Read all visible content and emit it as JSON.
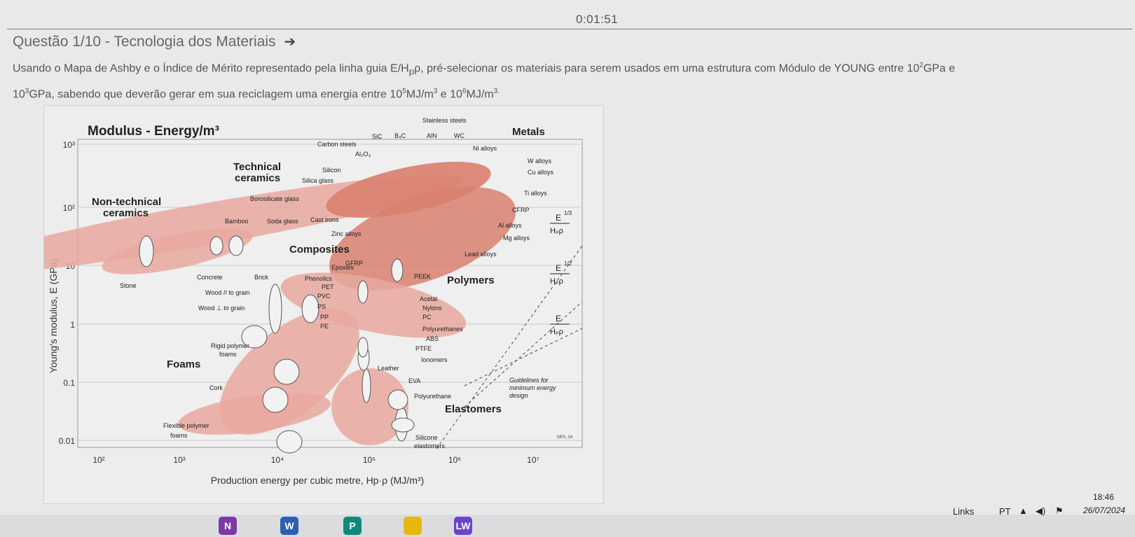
{
  "timer": "0:01:51",
  "question": {
    "title": "Questão 1/10 - Tecnologia dos Materiais",
    "line1_a": "Usando o Mapa de Ashby e o Índice de Mérito representado pela linha guia E/H",
    "line1_sub": "p",
    "line1_b": "ρ, pré-selecionar os materiais para serem usados em uma estrutura com Módulo de YOUNG  entre 10",
    "line1_sup": "2",
    "line1_c": "GPa e",
    "line2_a": "10",
    "line2_sup1": "3",
    "line2_b": "GPa, sabendo que deverão gerar em sua reciclagem uma energia entre 10",
    "line2_sup2": "5",
    "line2_c": "MJ/m",
    "line2_sup3": "3",
    "line2_d": " e 10",
    "line2_sup4": "6",
    "line2_e": "MJ/m",
    "line2_sup5": "3."
  },
  "chart": {
    "title": "Modulus - Energy/m³",
    "xlabel": "Production energy per cubic metre, H",
    "xlabel_sub": "p",
    "xlabel_tail": "·ρ (MJ/m³)",
    "ylabel": "Young's modulus, E (GPa)",
    "y_ticks": [
      "10³",
      "10²",
      "10",
      "1",
      "0.1",
      "0.01"
    ],
    "x_ticks": [
      "10²",
      "10³",
      "10⁴",
      "10⁵",
      "10⁶",
      "10⁷"
    ],
    "families": {
      "metals": "Metals",
      "technical": "Technical",
      "ceramics": "ceramics",
      "nontech1": "Non-technical",
      "nontech2": "ceramics",
      "composites": "Composites",
      "polymers": "Polymers",
      "foams": "Foams",
      "elastomers": "Elastomers"
    },
    "materials": [
      "Stainless steels",
      "SiC",
      "B₄C",
      "AlN",
      "WC",
      "Carbon steels",
      "Al₂O₃",
      "Ni alloys",
      "Silicon",
      "Silica glass",
      "W alloys",
      "Cu alloys",
      "Borosilicate glass",
      "Ti alloys",
      "CFRP",
      "Bamboo",
      "Soda glass",
      "Cast irons",
      "Al alloys",
      "Zinc alloys",
      "Mg alloys",
      "GFRP",
      "Lead alloys",
      "Epoxies",
      "Concrete",
      "Brick",
      "Stone",
      "Phenolics",
      "PEEK",
      "PET",
      "Wood // to grain",
      "PVC",
      "Acetal",
      "PS",
      "Nylons",
      "Wood ⊥ to grain",
      "PP",
      "PC",
      "PE",
      "Polyurethanes",
      "ABS",
      "PTFE",
      "Rigid polymer",
      "foams",
      "Ionomers",
      "Leather",
      "EVA",
      "Cork",
      "Polyurethane",
      "Flexible polymer",
      "foams",
      "Silicone",
      "elastomers"
    ],
    "guidelines": [
      "Guidelines for",
      "minimum energy",
      "design"
    ],
    "indices": [
      {
        "num": "E",
        "exp": "1/3",
        "den": "Hₚρ"
      },
      {
        "num": "E",
        "exp": "1/2",
        "den": "Hₚρ"
      },
      {
        "num": "E",
        "exp": "",
        "den": "Hₚρ"
      }
    ],
    "credit": "MFA, 04",
    "colors": {
      "envelope": "#e8a89f",
      "metals": "#d9806e",
      "bubble": "#f2f2f2",
      "line": "#333333"
    }
  },
  "taskbar": {
    "links": "Links",
    "lang": "PT",
    "time": "18:46",
    "date": "26/07/2024",
    "apps": [
      {
        "name": "onenote",
        "letter": "N",
        "color": "#7b3aa8"
      },
      {
        "name": "word",
        "letter": "W",
        "color": "#2b5fb4"
      },
      {
        "name": "publisher",
        "letter": "P",
        "color": "#0f8a7a"
      },
      {
        "name": "chrome",
        "letter": "",
        "color": "#e8b70d"
      },
      {
        "name": "app",
        "letter": "LW",
        "color": "#6a45c9"
      }
    ]
  }
}
